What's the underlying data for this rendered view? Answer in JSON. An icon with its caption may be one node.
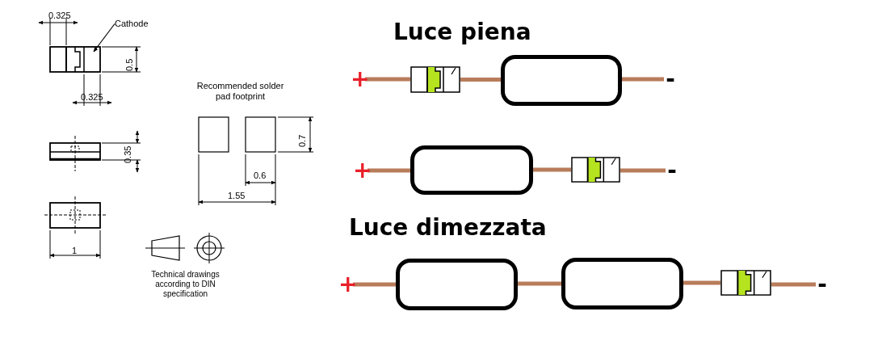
{
  "diagram": {
    "nodes": [
      {
        "text": [
          "Cathode"
        ]
      },
      {
        "text": [
          "+"
        ]
      },
      {
        "text": [],
        "shape": "picture"
      },
      {
        "text": [],
        "shape": "box"
      },
      {
        "text": [
          "-"
        ]
      },
      {
        "text": [
          "+"
        ]
      },
      {
        "text": [],
        "shape": "box"
      },
      {
        "text": [],
        "shape": "picture"
      },
      {
        "text": [
          "-"
        ]
      },
      {
        "text": [
          "+"
        ]
      },
      {
        "text": [],
        "shape": "box"
      },
      {
        "text": [],
        "shape": "box"
      },
      {
        "text": [],
        "shape": "picture"
      },
      {
        "text": [
          "-"
        ]
      }
    ],
    "edges": [
      {
        "from": 0,
        "to": null,
        "arrow": "to",
        "color": "#000000"
      },
      {
        "from": 1,
        "to": 2,
        "arrow": "none"
      },
      {
        "from": 2,
        "to": 3,
        "arrow": "none"
      },
      {
        "from": 3,
        "to": 4,
        "arrow": "none"
      },
      {
        "from": 5,
        "to": 6,
        "arrow": "none"
      },
      {
        "from": 6,
        "to": 7,
        "arrow": "none"
      },
      {
        "from": 7,
        "to": 8,
        "arrow": "none"
      },
      {
        "from": 9,
        "to": 10,
        "arrow": "none"
      },
      {
        "from": 10,
        "to": 11,
        "arrow": "none"
      },
      {
        "from": 11,
        "to": 12,
        "arrow": "none"
      },
      {
        "from": 12,
        "to": 13,
        "arrow": "none"
      }
    ],
    "labels": [
      "0.325",
      "Luce piena",
      "0.5",
      "0.325",
      "Recommended solder pad footprint",
      "0.7",
      "0.35",
      "0.6",
      "1.55",
      "Luce dimezzata",
      "1",
      "Technical drawings according to DIN specification"
    ]
  }
}
